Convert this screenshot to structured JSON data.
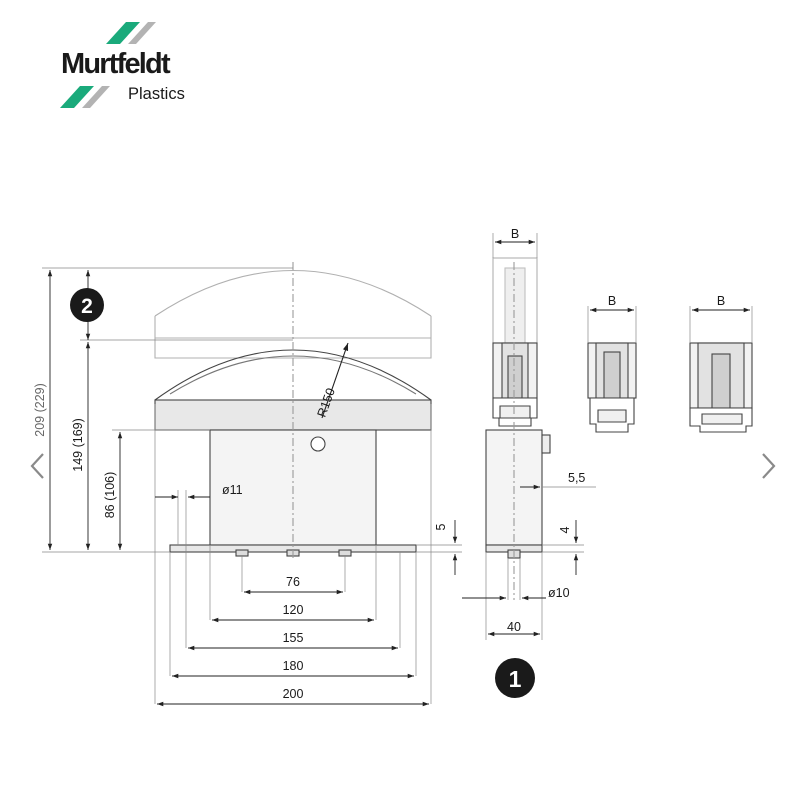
{
  "brand": {
    "name": "Murtfeldt",
    "sub": "Plastics",
    "colors": {
      "green": "#1aaa7b",
      "gray": "#b3b3b3"
    }
  },
  "navigation": {
    "prev_icon": "chevron-left-icon",
    "next_icon": "chevron-right-icon"
  },
  "drawing": {
    "callouts": {
      "top_variant": "2",
      "front_view": "1"
    },
    "dimensions": {
      "overall_height": "209 (229)",
      "upper_height": "149 (169)",
      "body_height": "86 (106)",
      "radius": "R150",
      "hole_dia": "ø11",
      "base_thickness": "5",
      "width_76": "76",
      "width_120": "120",
      "width_155": "155",
      "width_180": "180",
      "width_200": "200",
      "side_offset": "5,5",
      "side_step": "4",
      "pin_dia": "ø10",
      "side_width": "40",
      "profile_width_1": "B",
      "profile_width_2": "B",
      "profile_width_3": "B"
    }
  }
}
